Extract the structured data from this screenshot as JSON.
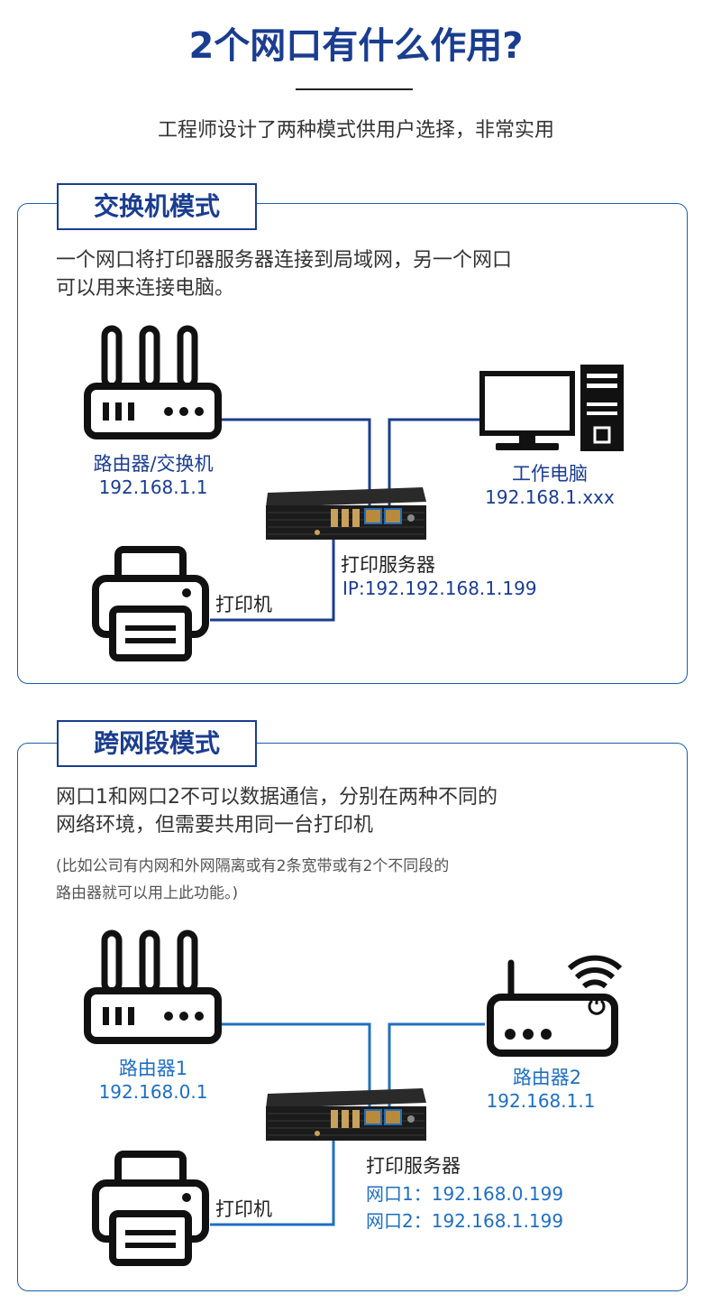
{
  "header": {
    "title": "2个网口有什么作用?",
    "subtitle": "工程师设计了两种模式供用户选择，非常实用"
  },
  "switch_mode": {
    "tag": "交换机模式",
    "desc_line1": "一个网口将打印器服务器连接到局域网，另一个网口",
    "desc_line2": "可以用来连接电脑。",
    "router_label": "路由器/交换机",
    "router_ip": "192.168.1.1",
    "pc_label": "工作电脑",
    "pc_ip": "192.168.1.xxx",
    "server_label": "打印服务器",
    "server_ip": "IP:192.192.168.1.199",
    "printer_label": "打印机"
  },
  "segment_mode": {
    "tag": "跨网段模式",
    "desc_line1": "网口1和网口2不可以数据通信，分别在两种不同的",
    "desc_line2": "网络环境，但需要共用同一台打印机",
    "note_line1": "(比如公司有内网和外网隔离或有2条宽带或有2个不同段的",
    "note_line2": "路由器就可以用上此功能。)",
    "router1_label": "路由器1",
    "router1_ip": "192.168.0.1",
    "router2_label": "路由器2",
    "router2_ip": "192.168.1.1",
    "server_label": "打印服务器",
    "port1": "网口1：192.168.0.199",
    "port2": "网口2：192.168.1.199",
    "printer_label": "打印机"
  },
  "colors": {
    "brand_blue": "#1a3d8f",
    "line_blue": "#1f6fc0",
    "icon_black": "#111111"
  }
}
